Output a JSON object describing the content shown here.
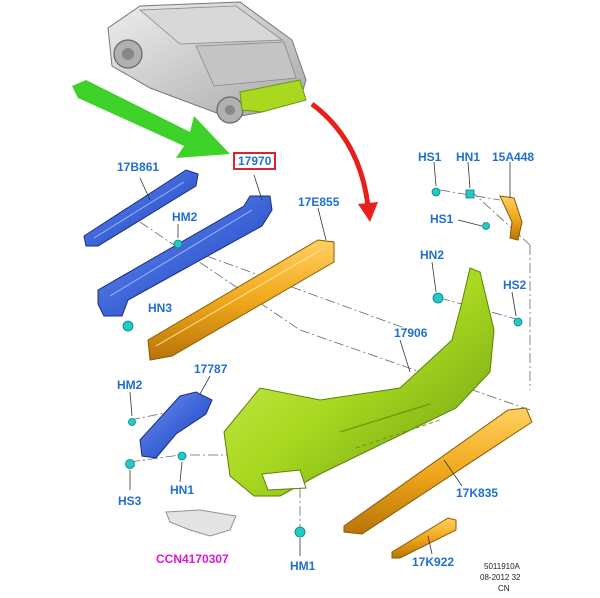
{
  "diagram": {
    "highlighted_part": "17970",
    "callouts": {
      "p17B861": "17B861",
      "p17970": "17970",
      "p17E855": "17E855",
      "hs1_top": "HS1",
      "hn1_top": "HN1",
      "p15A448": "15A448",
      "hs1_mid": "HS1",
      "hm2_top": "HM2",
      "hn2": "HN2",
      "hs2": "HS2",
      "hn3": "HN3",
      "p17906": "17906",
      "p17787": "17787",
      "hm2_left": "HM2",
      "hs3": "HS3",
      "hn1_bottom": "HN1",
      "p17K835": "17K835",
      "ccn": "CCN4170307",
      "hm1": "HM1",
      "p17K922": "17K922"
    },
    "footer": {
      "line1": "5011910A",
      "line2": "08-2012 32",
      "line3": "CN"
    },
    "colors": {
      "callout_text": "#1f6fd1",
      "reference_text": "#d61ad6",
      "highlight_box": "#e0202a",
      "pointer_arrow_green": "#3ed12a",
      "pointer_arrow_red": "#e8201c",
      "part_blue": "#3a62d6",
      "part_orange": "#f0a81c",
      "part_lime": "#a8d820",
      "fastener_cyan": "#23c8c8"
    }
  }
}
